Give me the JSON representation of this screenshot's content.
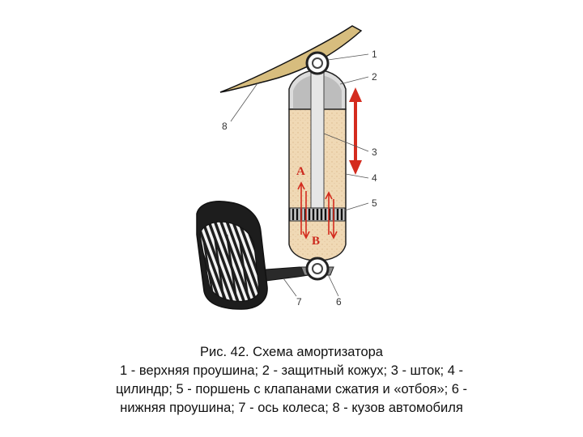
{
  "labels": {
    "n1": "1",
    "n2": "2",
    "n3": "3",
    "n4": "4",
    "n5": "5",
    "n6": "6",
    "n7": "7",
    "n8": "8",
    "zone_a": "A",
    "zone_b": "B"
  },
  "caption": {
    "title": "Рис. 42. Схема амортизатора",
    "lines": [
      "1 - верхняя проушина; 2 - защитный кожух; 3 - шток; 4 -",
      "цилиндр; 5 - поршень с клапанами сжатия и «отбоя»; 6 -",
      "нижняя проушина; 7 - ось колеса; 8 - кузов автомобиля"
    ]
  },
  "colors": {
    "body_panel": "#d7bd7e",
    "fluid": "#f0d9b5",
    "casing": "#dcdcdc",
    "arrow": "#d42b1e",
    "tire": "#222222"
  }
}
